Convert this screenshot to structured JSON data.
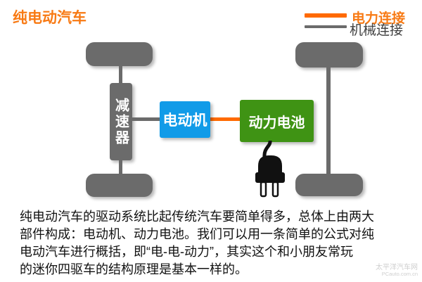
{
  "title": "纯电动汽车",
  "legend": {
    "electric": {
      "label": "电力连接",
      "color": "#ff6a00"
    },
    "mechanical": {
      "label": "机械连接",
      "color": "#6b6b6b"
    }
  },
  "diagram": {
    "reducer_label": "减速器",
    "motor_label": "电动机",
    "battery_label": "动力电池",
    "motor_color": "#119be8",
    "battery_color": "#3f9314",
    "mechanical_gray": "#6b6b6b",
    "electric_line_color": "#ff6a00",
    "icons": {
      "plug": "power-plug-icon"
    }
  },
  "paragraph": {
    "lines": [
      "纯电动汽车的驱动系统比起传统汽车要简单得多，总体上由两大",
      "部件构成：电动机、动力电池。我们可以用一条简单的公式对纯",
      "电动汽车进行概括，即“电-电-动力”，其实这个和小朋友常玩",
      "的迷你四驱车的结构原理是基本一样的。"
    ]
  },
  "watermark": {
    "line1": "太平洋汽车网",
    "line2": "PCauto.com.cn"
  }
}
